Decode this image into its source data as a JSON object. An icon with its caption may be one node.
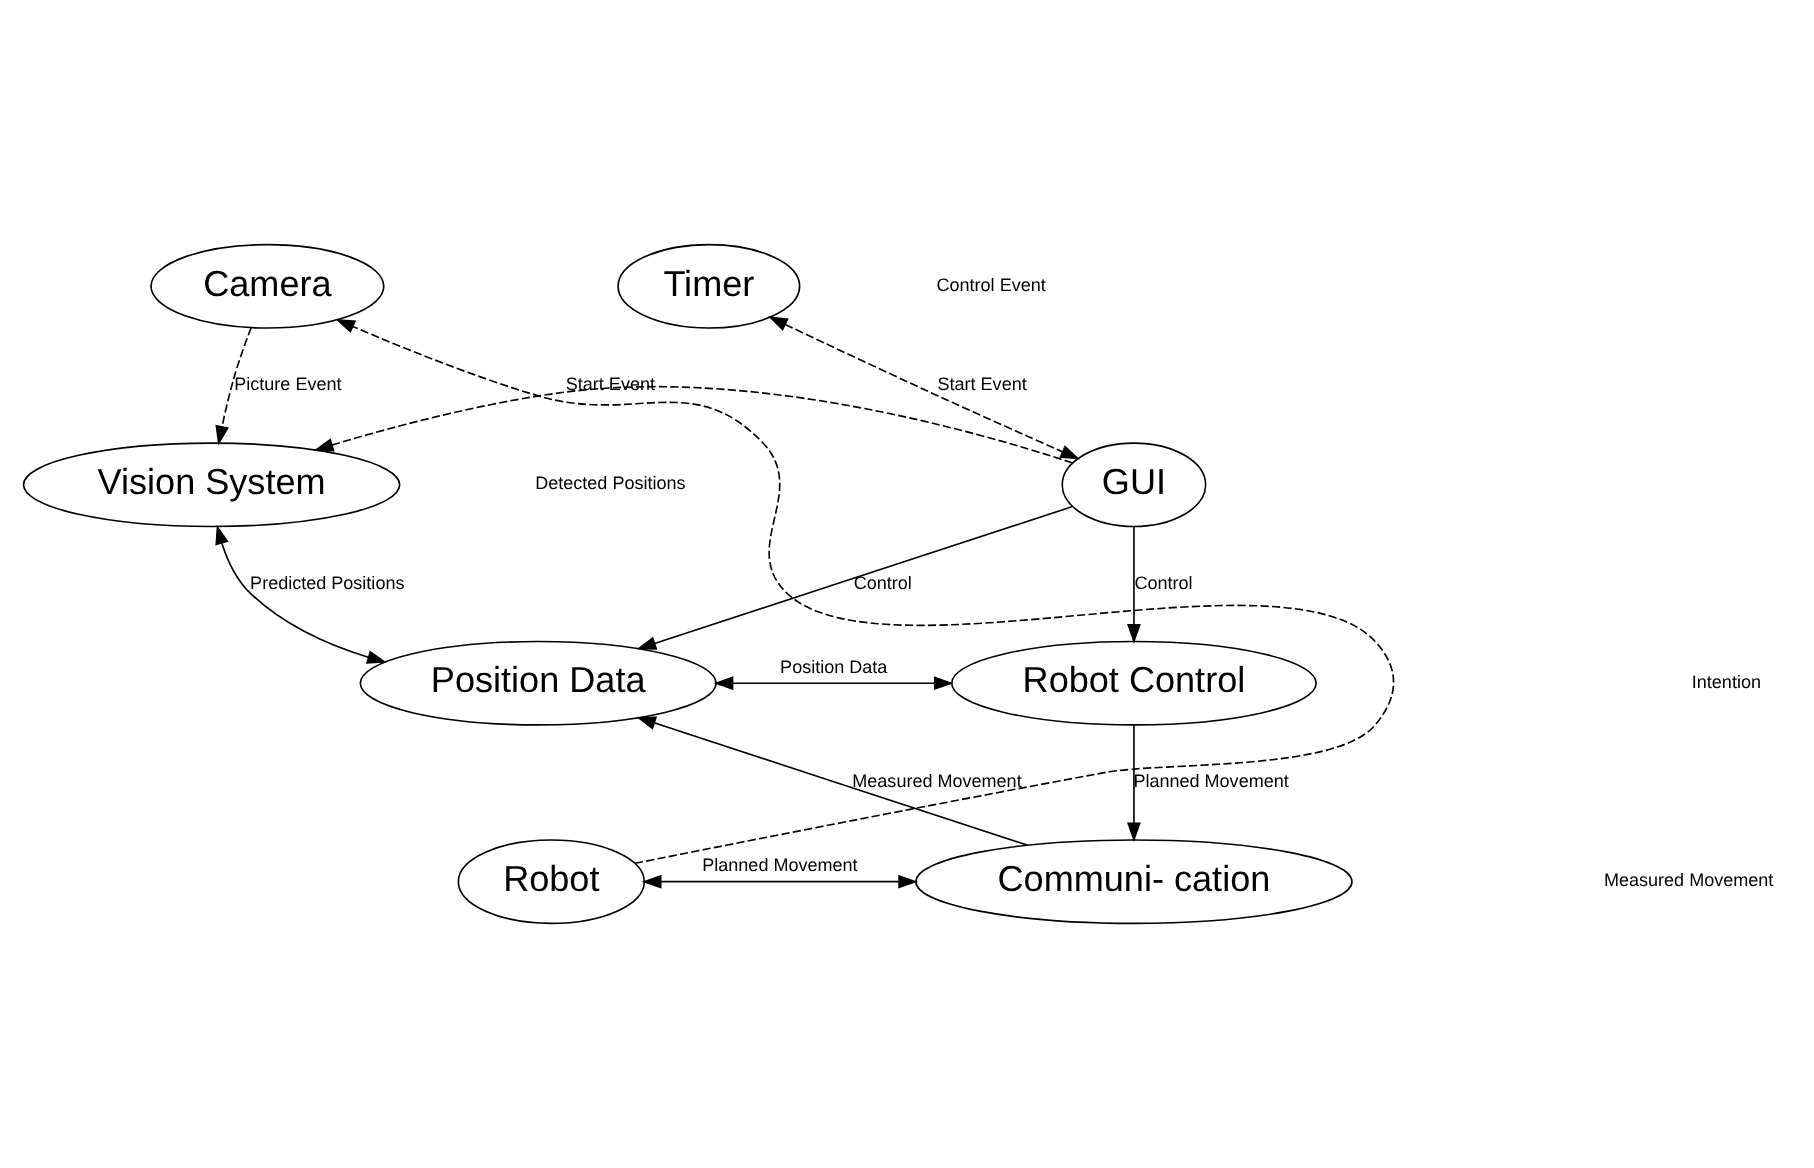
{
  "diagram": {
    "nodes": [
      {
        "text": [
          "Camera"
        ]
      },
      {
        "text": [
          "Timer"
        ]
      },
      {
        "text": [
          "Vision System"
        ]
      },
      {
        "text": [
          "GUI"
        ]
      },
      {
        "text": [
          "Position Data"
        ]
      },
      {
        "text": [
          "Robot Control"
        ]
      },
      {
        "text": [
          "Robot"
        ]
      },
      {
        "text": [
          "Communi- cation"
        ]
      }
    ],
    "edges": [
      {
        "from": 0,
        "to": 2,
        "arrow": "to",
        "style": "dashed",
        "label": "Picture Event"
      },
      {
        "from": 1,
        "to": 3,
        "arrow": "both",
        "style": "dashed",
        "label": "Start Event"
      },
      {
        "from": 3,
        "to": 2,
        "arrow": "to",
        "style": "dashed",
        "label": "Start Event"
      },
      {
        "from": 2,
        "to": 4,
        "arrow": "both",
        "label": "Predicted Positions"
      },
      {
        "from": 3,
        "to": 4,
        "arrow": "to",
        "label": "Control"
      },
      {
        "from": 3,
        "to": 5,
        "arrow": "to",
        "label": "Control"
      },
      {
        "from": 4,
        "to": 5,
        "arrow": "both",
        "label": "Position Data"
      },
      {
        "from": 5,
        "to": 7,
        "arrow": "to",
        "label": "Planned Movement"
      },
      {
        "from": 7,
        "to": 4,
        "arrow": "to",
        "label": "Measured Movement"
      },
      {
        "from": 6,
        "to": 7,
        "arrow": "both",
        "label": "Planned Movement"
      },
      {
        "from": 6,
        "to": 0,
        "arrow": "to",
        "style": "dashed"
      }
    ],
    "labels": [
      "Control Event",
      "Detected Positions",
      "Intention",
      "Measured Movement"
    ]
  }
}
